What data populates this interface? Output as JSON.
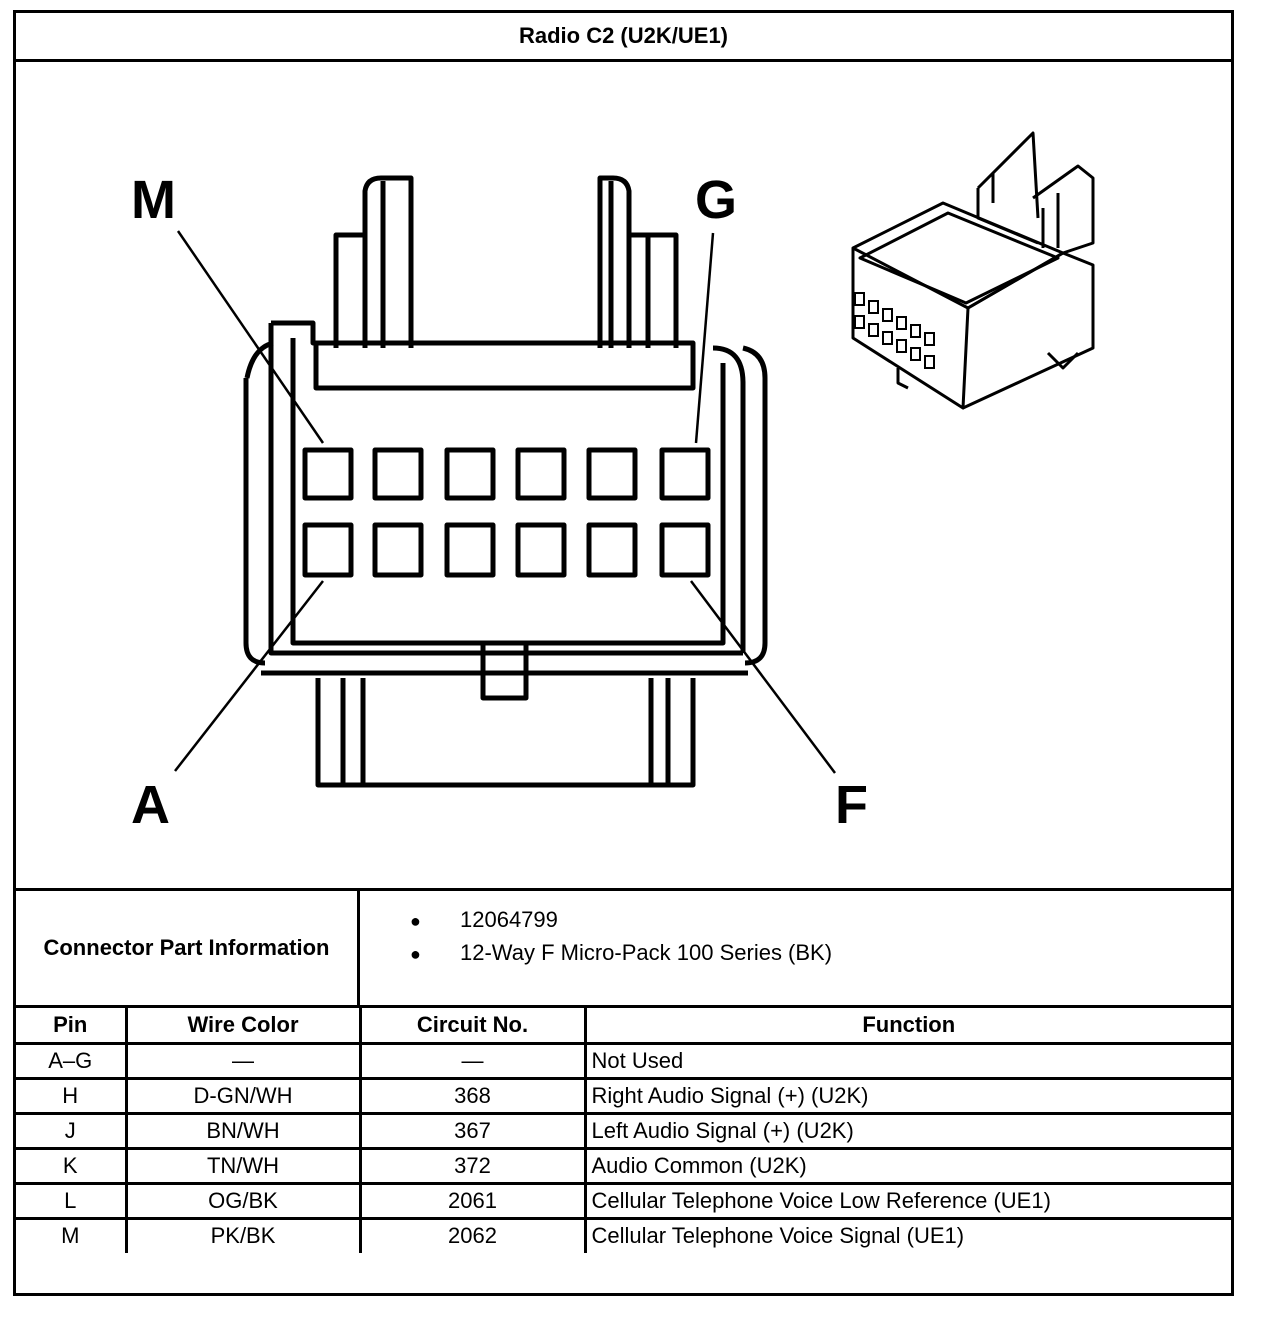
{
  "title": "Radio C2 (U2K/UE1)",
  "pin_callouts": {
    "top_left": "M",
    "top_right": "G",
    "bottom_left": "A",
    "bottom_right": "F"
  },
  "connector_info": {
    "label": "Connector Part Information",
    "items": [
      "12064799",
      "12-Way F Micro-Pack 100 Series (BK)"
    ],
    "bullet": "●"
  },
  "pin_table": {
    "headers": [
      "Pin",
      "Wire Color",
      "Circuit No.",
      "Function"
    ],
    "rows": [
      {
        "pin": "A–G",
        "wire": "—",
        "circuit": "—",
        "function": "Not Used"
      },
      {
        "pin": "H",
        "wire": "D-GN/WH",
        "circuit": "368",
        "function": "Right Audio Signal (+) (U2K)"
      },
      {
        "pin": "J",
        "wire": "BN/WH",
        "circuit": "367",
        "function": "Left Audio Signal (+) (U2K)"
      },
      {
        "pin": "K",
        "wire": "TN/WH",
        "circuit": "372",
        "function": "Audio Common (U2K)"
      },
      {
        "pin": "L",
        "wire": "OG/BK",
        "circuit": "2061",
        "function": "Cellular Telephone Voice Low Reference (UE1)"
      },
      {
        "pin": "M",
        "wire": "PK/BK",
        "circuit": "2062",
        "function": "Cellular Telephone Voice Signal (UE1)"
      }
    ]
  }
}
